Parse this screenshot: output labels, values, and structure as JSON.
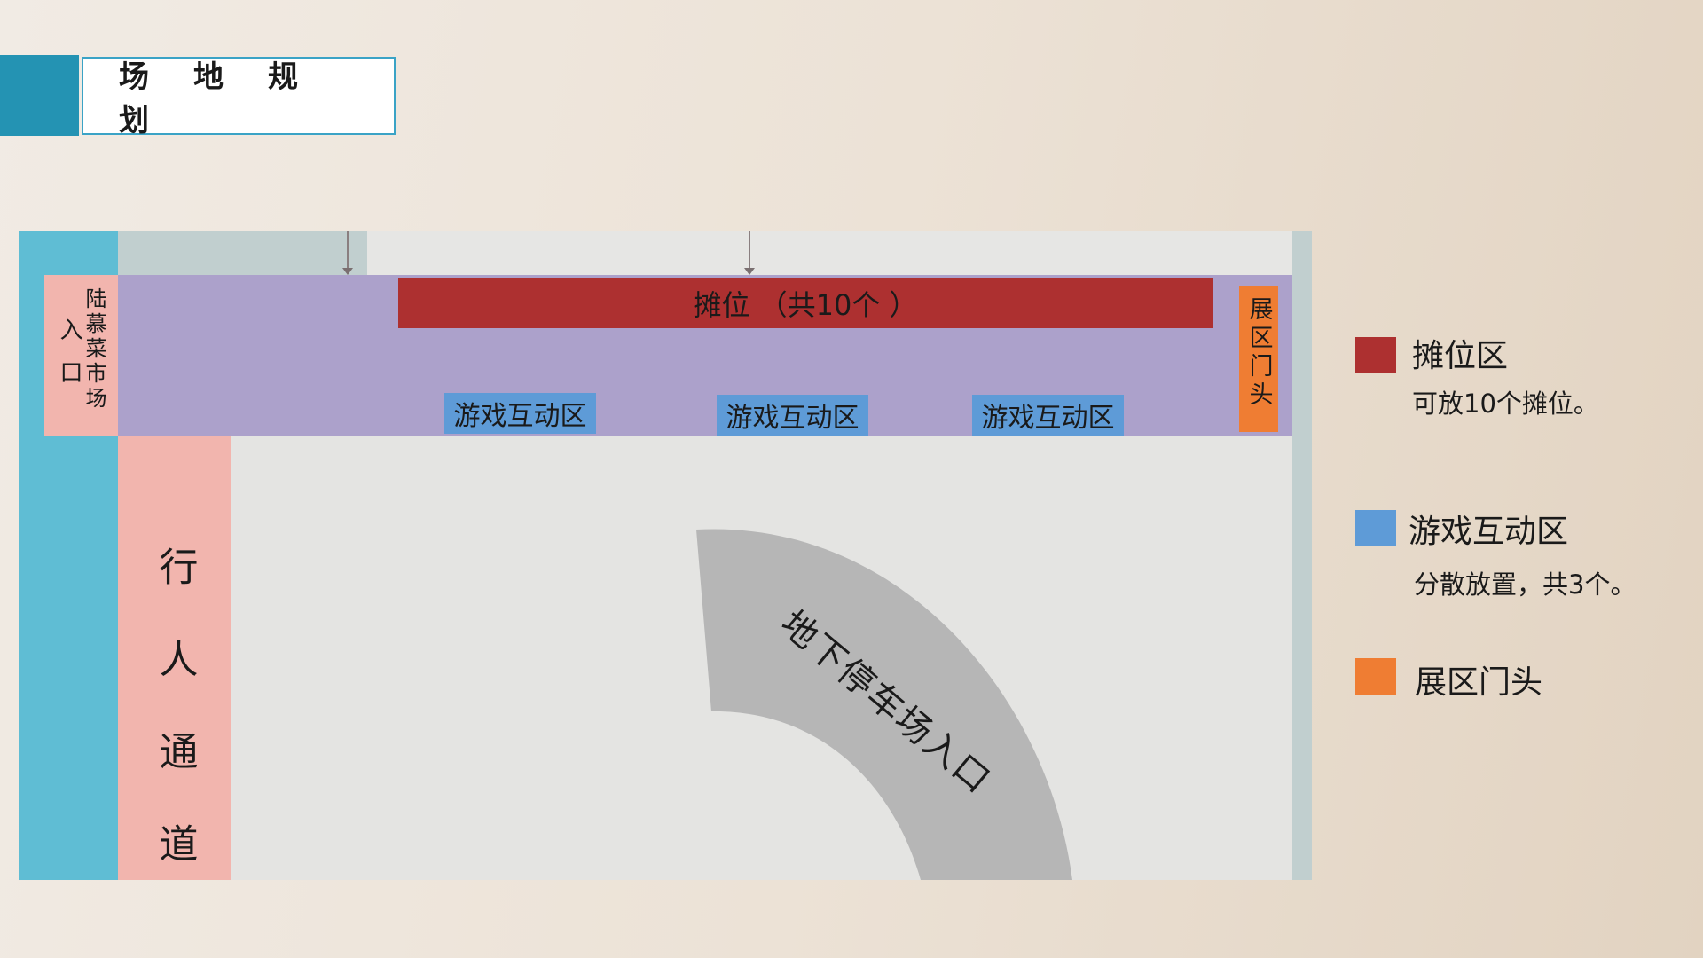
{
  "title": "场地规划",
  "map": {
    "entrance_left": "入口",
    "entrance_right": "陆慕菜市场",
    "booth_bar": "摊位 （共10个 ）",
    "game_zones": [
      "游戏互动区",
      "游戏互动区",
      "游戏互动区"
    ],
    "gate": "展区门头",
    "walkway": "行人通道",
    "parking": "地下停车场入口"
  },
  "legend": [
    {
      "title": "摊位区",
      "desc": "可放10个摊位。",
      "color": "#ad3030"
    },
    {
      "title": "游戏互动区",
      "desc": "分散放置，共3个。",
      "color": "#5e9bd7"
    },
    {
      "title": "展区门头",
      "desc": "",
      "color": "#ef7d33"
    }
  ]
}
